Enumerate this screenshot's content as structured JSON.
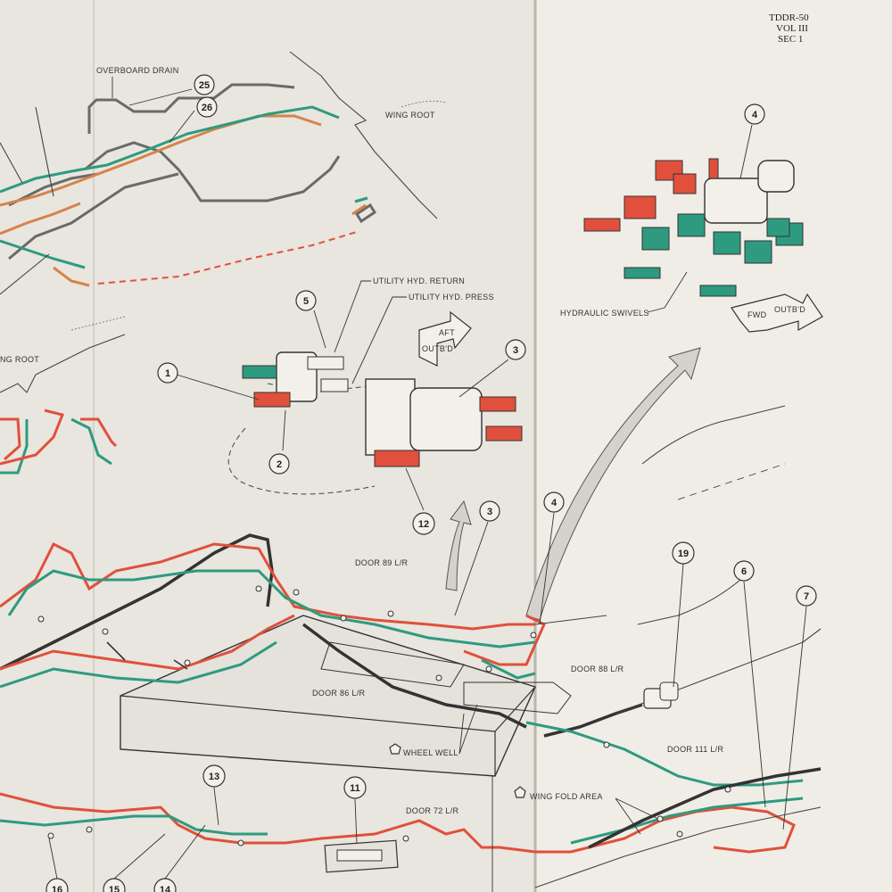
{
  "header": {
    "line1": "TDDR-50",
    "line2": "VOL III",
    "line3": "SEC 1"
  },
  "labels": {
    "overboard_drain": "OVERBOARD DRAIN",
    "wing_root_upper": "WING ROOT",
    "wing_root_left": "NG ROOT",
    "utility_hyd_return": "UTILITY HYD. RETURN",
    "utility_hyd_press": "UTILITY HYD. PRESS",
    "hydraulic_swivels": "HYDRAULIC SWIVELS",
    "door_89": "DOOR 89 L/R",
    "door_86": "DOOR 86 L/R",
    "door_88": "DOOR 88 L/R",
    "door_111": "DOOR 111 L/R",
    "door_72": "DOOR 72 L/R",
    "wheel_well": "WHEEL WELL",
    "wing_fold_area": "WING FOLD AREA"
  },
  "arrows": {
    "aft": "AFT",
    "outbd": "OUTB'D",
    "fwd": "FWD",
    "outbd2": "OUTB'D"
  },
  "callouts": [
    "25",
    "26",
    "5",
    "1",
    "2",
    "3",
    "12",
    "4",
    "3",
    "4",
    "19",
    "6",
    "7",
    "13",
    "11",
    "16",
    "15",
    "14"
  ],
  "colors": {
    "paper": "#eceae2",
    "red_line": "#e0503c",
    "green_line": "#2e9a80",
    "orange_line": "#d7834a",
    "ink": "#333333"
  }
}
